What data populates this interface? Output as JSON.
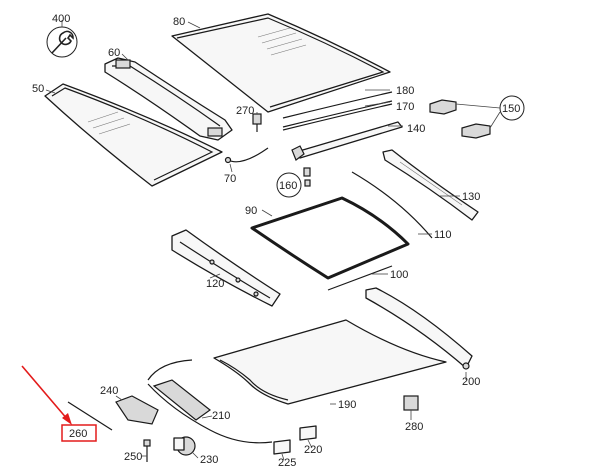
{
  "diagram": {
    "callouts": [
      {
        "id": "400",
        "text": "400"
      },
      {
        "id": "80",
        "text": "80"
      },
      {
        "id": "60",
        "text": "60"
      },
      {
        "id": "50",
        "text": "50"
      },
      {
        "id": "270",
        "text": "270"
      },
      {
        "id": "180",
        "text": "180"
      },
      {
        "id": "170",
        "text": "170"
      },
      {
        "id": "150",
        "text": "150"
      },
      {
        "id": "140",
        "text": "140"
      },
      {
        "id": "70",
        "text": "70"
      },
      {
        "id": "160",
        "text": "160"
      },
      {
        "id": "130",
        "text": "130"
      },
      {
        "id": "90",
        "text": "90"
      },
      {
        "id": "110",
        "text": "110"
      },
      {
        "id": "100",
        "text": "100"
      },
      {
        "id": "120",
        "text": "120"
      },
      {
        "id": "200",
        "text": "200"
      },
      {
        "id": "240",
        "text": "240"
      },
      {
        "id": "210",
        "text": "210"
      },
      {
        "id": "190",
        "text": "190"
      },
      {
        "id": "280",
        "text": "280"
      },
      {
        "id": "260",
        "text": "260"
      },
      {
        "id": "220",
        "text": "220"
      },
      {
        "id": "250",
        "text": "250"
      },
      {
        "id": "230",
        "text": "230"
      },
      {
        "id": "225",
        "text": "225"
      }
    ],
    "highlight": {
      "target": "260",
      "color": "#e31b1b"
    },
    "icons": [
      "wrench-icon"
    ]
  }
}
